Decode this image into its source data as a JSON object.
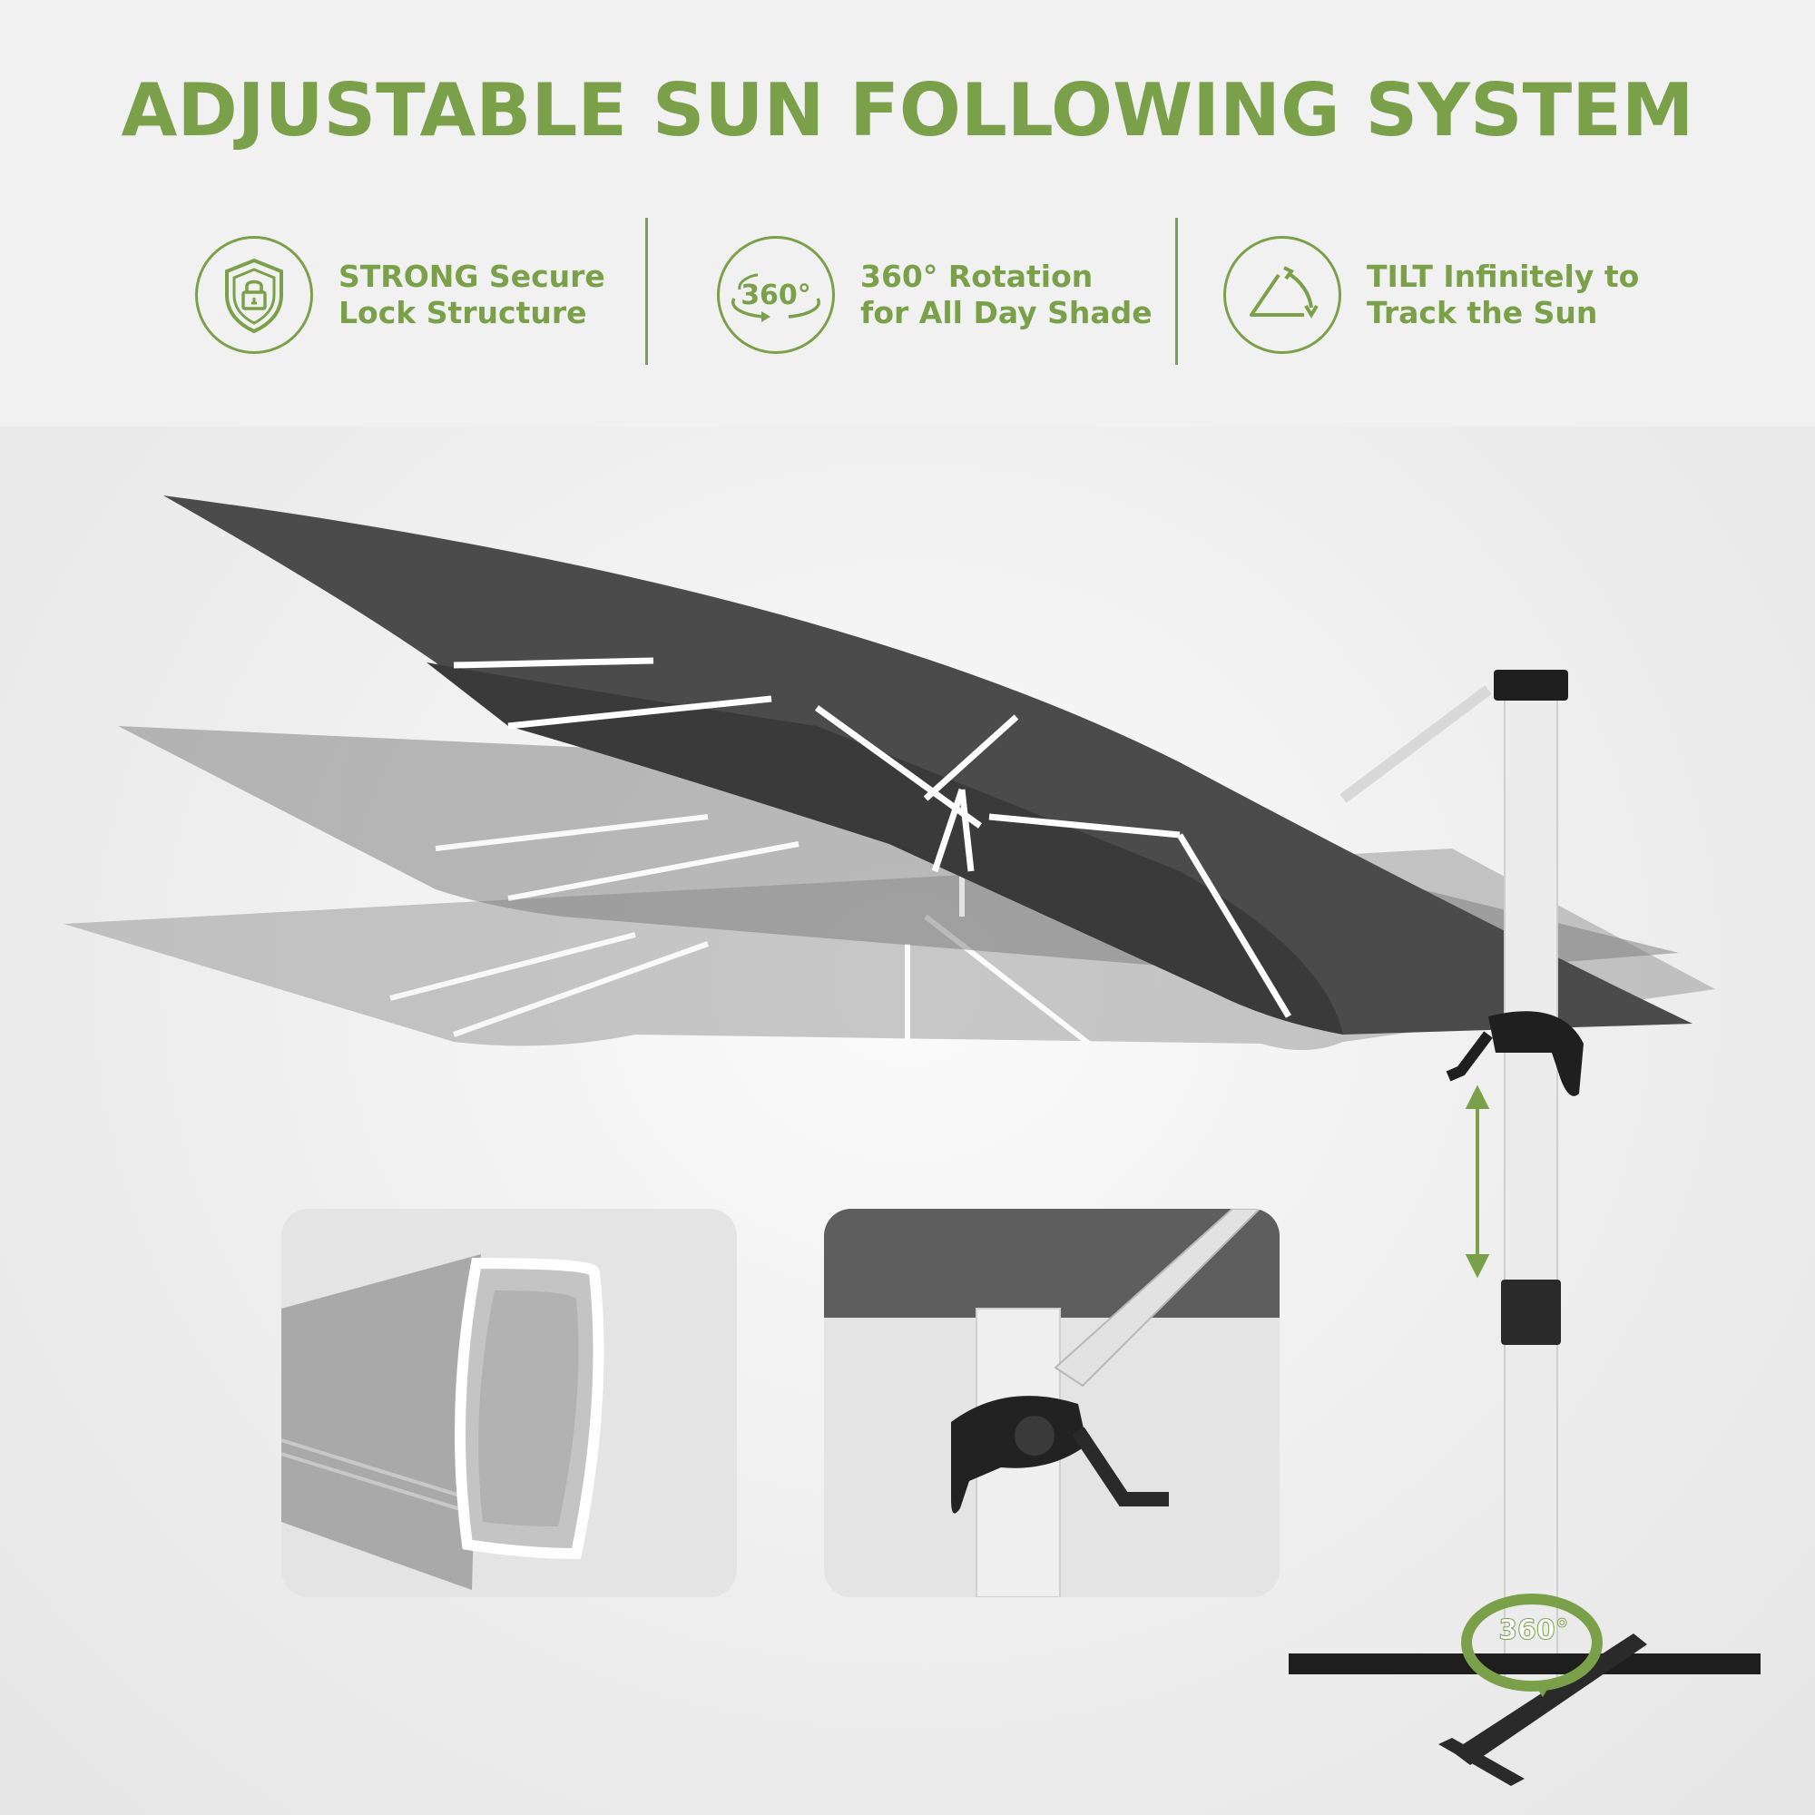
{
  "title": "ADJUSTABLE SUN FOLLOWING SYSTEM",
  "features": [
    {
      "icon": "shield-lock-icon",
      "line1": "STRONG Secure",
      "line2": "Lock Structure"
    },
    {
      "icon": "rotate-360-icon",
      "icon_label": "360°",
      "line1": "360° Rotation",
      "line2": "for All Day Shade"
    },
    {
      "icon": "tilt-triangle-icon",
      "line1": "TILT Infinitely to",
      "line2": "Track the Sun"
    }
  ],
  "base_badge": "360°",
  "colors": {
    "accent": "#7aa14a",
    "canopy": "#4a4a4a",
    "pole": "#eeeeee",
    "hardware": "#222222"
  }
}
